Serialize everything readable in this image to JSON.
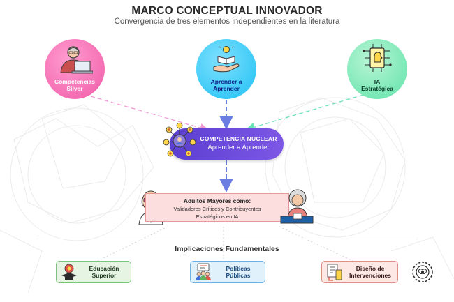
{
  "header": {
    "title": "MARCO CONCEPTUAL INNOVADOR",
    "subtitle": "Convergencia de tres elementos independientes en la literatura"
  },
  "elements": {
    "silver": {
      "label_line1": "Competencias",
      "label_line2": "Silver",
      "icon": "elderly-laptop-icon",
      "color": "#f05aa8"
    },
    "aprender": {
      "label_line1": "Aprender a",
      "label_line2": "Aprender",
      "icon": "hand-book-lightbulb-icon",
      "color": "#1ec0f2"
    },
    "ia": {
      "label_line1": "IA",
      "label_line2": "Estratégica",
      "icon": "ai-chip-icon",
      "color": "#5fe2a8"
    }
  },
  "nuclear": {
    "line1": "COMPETENCIA NUCLEAR",
    "line2": "Aprender a Aprender",
    "icon": "network-hub-icon",
    "color": "#5b3fd0"
  },
  "adults": {
    "title": "Adultos Mayores como:",
    "line1": "Validadores Críticos y Contribuyentes",
    "line2": "Estratégicos en IA",
    "icons": [
      "elderly-man-icon",
      "elderly-woman-laptop-icon"
    ]
  },
  "implications": {
    "title": "Implicaciones Fundamentales",
    "items": [
      {
        "line1": "Educación",
        "line2": "Superior",
        "icon": "graduation-cap-icon"
      },
      {
        "line1": "Políticas",
        "line2": "Públicas",
        "icon": "public-policy-icon"
      },
      {
        "line1": "Diseño de",
        "line2": "Intervenciones",
        "icon": "design-process-icon"
      }
    ]
  }
}
